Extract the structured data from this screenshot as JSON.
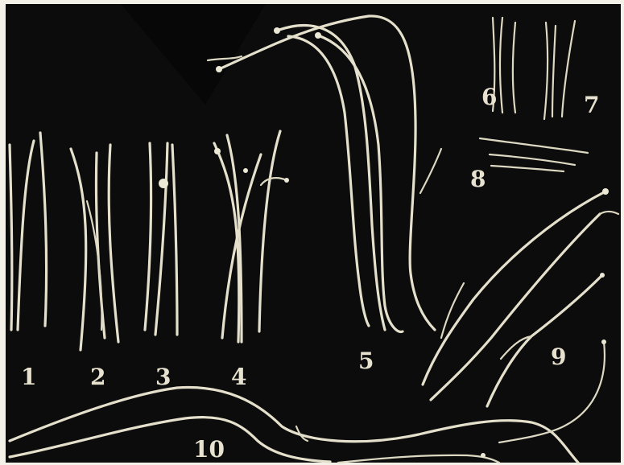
{
  "plate": {
    "background_color": "#0c0c0c",
    "fiber_color": "#e4e0cc",
    "labels": [
      "1",
      "2",
      "3",
      "4",
      "5",
      "6",
      "7",
      "8",
      "9",
      "10"
    ]
  }
}
